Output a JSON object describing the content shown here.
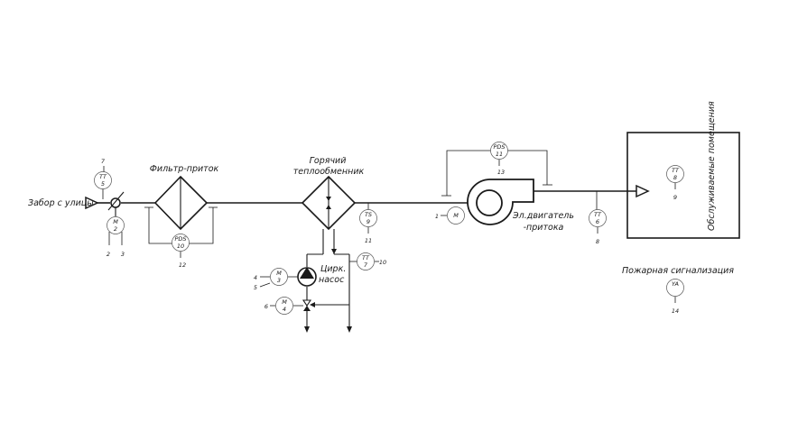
{
  "labels": {
    "intake": "Забор с улицы",
    "filter": "Фильтр-приток",
    "hx_line1": "Горячий",
    "hx_line2": "теплообменник",
    "pump_line1": "Цирк.",
    "pump_line2": "насос",
    "motor_line1": "Эл.двигатель",
    "motor_line2": "-притока",
    "room": "Обслуживаемые помещения",
    "fire": "Пожарная сигнализация"
  },
  "instruments": [
    {
      "id": "tt5",
      "tag": "TT",
      "num": "5"
    },
    {
      "id": "m2",
      "tag": "M",
      "num": "2"
    },
    {
      "id": "pds10",
      "tag": "PDS",
      "num": "10"
    },
    {
      "id": "ts9",
      "tag": "TS",
      "num": "9"
    },
    {
      "id": "tt7",
      "tag": "TT",
      "num": "7"
    },
    {
      "id": "m3",
      "tag": "M",
      "num": "3"
    },
    {
      "id": "m4",
      "tag": "M",
      "num": "4"
    },
    {
      "id": "pds11",
      "tag": "PDS",
      "num": "11"
    },
    {
      "id": "m1",
      "tag": "M",
      "num": ""
    },
    {
      "id": "tt6",
      "tag": "TT",
      "num": "6"
    },
    {
      "id": "tt8",
      "tag": "TT",
      "num": "8"
    },
    {
      "id": "ya",
      "tag": "YA",
      "num": ""
    }
  ],
  "wire_numbers": {
    "tt5_top": "7",
    "m2_a": "2",
    "m2_b": "3",
    "pds10": "12",
    "ts9": "11",
    "tt7": "10",
    "m3_a": "4",
    "m3_b": "5",
    "m4": "6",
    "pds11": "13",
    "m1": "1",
    "tt6": "8",
    "tt8": "9",
    "ya": "14"
  }
}
